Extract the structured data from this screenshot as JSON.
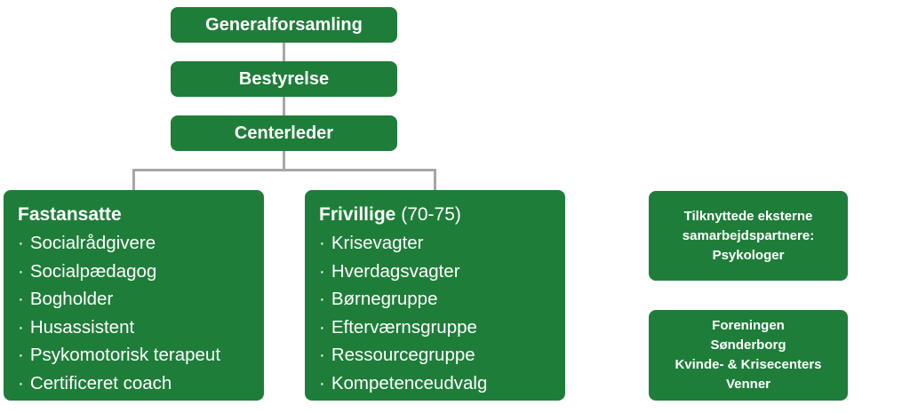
{
  "hierarchy": {
    "top": "Generalforsamling",
    "board": "Bestyrelse",
    "leader": "Centerleder"
  },
  "staff": {
    "title": "Fastansatte",
    "items": [
      "Socialrådgivere",
      "Socialpædagog",
      "Bogholder",
      "Husassistent",
      "Psykomotorisk terapeut",
      "Certificeret coach"
    ]
  },
  "volunteers": {
    "title": "Frivillige",
    "count": "(70-75)",
    "items": [
      "Krisevagter",
      "Hverdagsvagter",
      "Børnegruppe",
      "Efterværnsgruppe",
      "Ressourcegruppe",
      "Kompetenceudvalg"
    ]
  },
  "external": {
    "lines": [
      "Tilknyttede eksterne",
      "samarbejdspartnere:",
      "Psykologer"
    ]
  },
  "association": {
    "lines": [
      "Foreningen",
      "Sønderborg",
      "Kvinde- & Krisecenters",
      "Venner"
    ]
  },
  "bullet": "·",
  "colors": {
    "box": "#1f7d3a",
    "connector": "#a6a6a6",
    "text": "#ffffff"
  }
}
